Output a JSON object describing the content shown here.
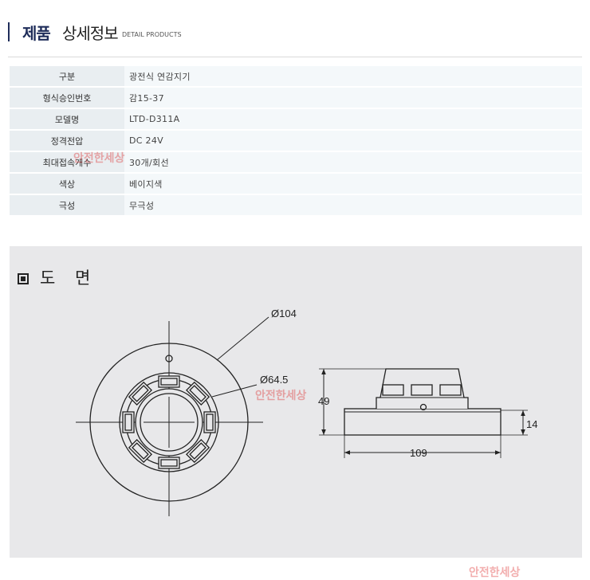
{
  "header": {
    "title_strong": "제품",
    "title_rest": "상세정보",
    "subtitle": "DETAIL PRODUCTS"
  },
  "specs": [
    {
      "label": "구분",
      "value": "광전식 연감지기"
    },
    {
      "label": "형식승인번호",
      "value": "감15-37"
    },
    {
      "label": "모델명",
      "value": "LTD-D311A"
    },
    {
      "label": "정격전압",
      "value": "DC 24V"
    },
    {
      "label": "최대접속개수",
      "value": "30개/회선"
    },
    {
      "label": "색상",
      "value": "베이지색"
    },
    {
      "label": "극성",
      "value": "무극성"
    }
  ],
  "drawing": {
    "title": "도 면",
    "dims": {
      "outer_dia": "Ø104",
      "inner_dia": "Ø64.5",
      "height": "49",
      "base_height": "14",
      "width": "109"
    }
  },
  "watermarks": [
    "안전한세상",
    "안전한세상",
    "안전한세상"
  ]
}
